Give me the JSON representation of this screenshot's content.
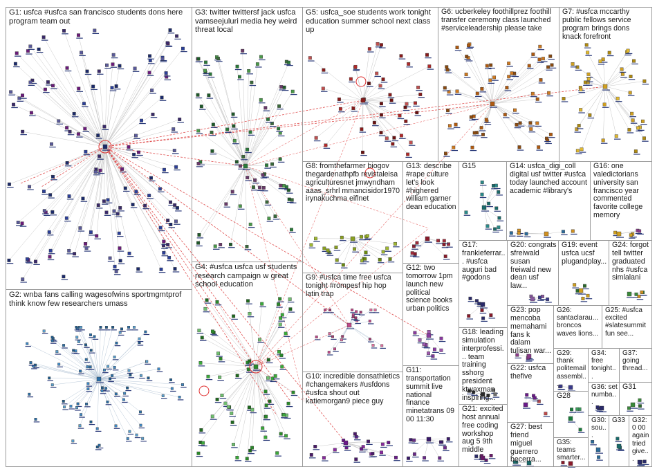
{
  "groups": [
    {
      "id": "G1",
      "label": "G1: usfca #usfca san francisco students dons here program team out"
    },
    {
      "id": "G2",
      "label": "G2: wnba fans calling wagesofwins sportmgmtprof think know few researchers umass"
    },
    {
      "id": "G3",
      "label": "G3: twitter twittersf jack usfca vamseejuluri media hey weird threat local"
    },
    {
      "id": "G4",
      "label": "G4: #usfca usfca usf students research campaign w great school education"
    },
    {
      "id": "G5",
      "label": "G5: usfca_soe students work tonight education summer school next class up"
    },
    {
      "id": "G6",
      "label": "G6: ucberkeley foothillprez foothill transfer ceremony class launched #serviceleadership please take"
    },
    {
      "id": "G7",
      "label": "G7: #usfca mccarthy public fellows service program brings dons knack forefront"
    },
    {
      "id": "G8",
      "label": "G8: fromthefarmer biogov thegardenathpfb revistaleisa agriculturesnet jmwyndham aaas_srhrl mmancisidor1970 irynakuchma eiflnet"
    },
    {
      "id": "G9",
      "label": "G9: #usfca time free usfca tonight #rompesf hip hop latin trap"
    },
    {
      "id": "G10",
      "label": "G10: incredible donsathletics #changemakers #usfdons #usfca shout out katiemorgan9 piece guy"
    },
    {
      "id": "G11",
      "label": "G11: transportation summit live national finance minetatrans 09 00 11:30"
    },
    {
      "id": "G12",
      "label": "G12: two tomorrow 1pm launch new political science books urban politics"
    },
    {
      "id": "G13",
      "label": "G13: describe #rape culture let's look #highered william garner dean education"
    },
    {
      "id": "G14",
      "label": "G14: usfca_digi_coll digital usf twitter #usfca today launched account academic #library's"
    },
    {
      "id": "G15",
      "label": "G15"
    },
    {
      "id": "G16",
      "label": "G16: one valedictorians university san francisco year commented favorite college memory"
    },
    {
      "id": "G17",
      "label": "G17: frankieferrar... #usfca auguri bad #godons"
    },
    {
      "id": "G18",
      "label": "G18: leading simulation interprofessi... team training sshorg president ktwaxman inspiring..."
    },
    {
      "id": "G19",
      "label": "G19: event usfca ucsf plugandplay..."
    },
    {
      "id": "G20",
      "label": "G20: congrats sfreiwald susan freiwald new dean usf law..."
    },
    {
      "id": "G21",
      "label": "G21: excited host annual free coding workshop aug 5 9th middle"
    },
    {
      "id": "G22",
      "label": "G22: usfca thefive"
    },
    {
      "id": "G23",
      "label": "G23: pop mencoba memahami fans k dalam tulisan war..."
    },
    {
      "id": "G24",
      "label": "G24: forgot tell twitter graduated nhs #usfca simlalani"
    },
    {
      "id": "G25",
      "label": "G25: #usfca excited #slatesummit fun see..."
    },
    {
      "id": "G26",
      "label": "G26: santaclarau... broncos waves lions..."
    },
    {
      "id": "G27",
      "label": "G27: best friend miguel guerrero becerra..."
    },
    {
      "id": "G28",
      "label": "G28"
    },
    {
      "id": "G29",
      "label": "G29: thank politemail assembl..."
    },
    {
      "id": "G30",
      "label": "G30: sou..."
    },
    {
      "id": "G31",
      "label": "G31"
    },
    {
      "id": "G32",
      "label": "G32: 0 00 again tried give..."
    },
    {
      "id": "G33",
      "label": "G33"
    },
    {
      "id": "G34",
      "label": "G34: free tonight..."
    },
    {
      "id": "G35",
      "label": "G35: teams smarter..."
    },
    {
      "id": "G36",
      "label": "G36: set numba..."
    },
    {
      "id": "G37",
      "label": "G37: going thread..."
    }
  ]
}
